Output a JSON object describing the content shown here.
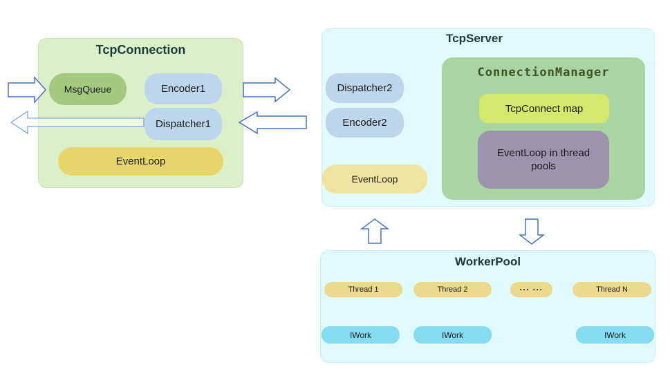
{
  "tcp_connection": {
    "title": "TcpConnection",
    "msg_queue": "MsgQueue",
    "encoder": "Encoder1",
    "dispatcher": "Dispatcher1",
    "event_loop": "EventLoop"
  },
  "tcp_server": {
    "title": "TcpServer",
    "dispatcher": "Dispatcher2",
    "encoder": "Encoder2",
    "event_loop": "EventLoop",
    "connection_manager": {
      "title": "ConnectionManager",
      "tcp_connect_map": "TcpConnect map",
      "event_loop_pools": "EventLoop in thread pools"
    }
  },
  "worker_pool": {
    "title": "WorkerPool",
    "threads": [
      "Thread 1",
      "Thread 2",
      "··· ···",
      "Thread N"
    ],
    "iworks": [
      "IWork",
      "IWork",
      "IWork"
    ]
  },
  "colors": {
    "tcp_connection_fill": "#dcefc9",
    "msg_queue_fill": "#a2cb81",
    "blue_pill_fill": "#bcd6ee",
    "event_loop_gold": "#e9d66b",
    "tcp_server_fill": "#e1fafd",
    "connection_manager_fill": "#a9d5a3",
    "tcp_connect_map_fill": "#d4e86b",
    "event_loop_pools_fill": "#9b94ac",
    "tcp_server_event_loop_fill": "#f0e3a0",
    "worker_pool_fill": "#dffafc",
    "thread_pill_fill": "#ecd98e",
    "iwork_pill_fill": "#85dcf0",
    "arrow_stroke": "#4472c4",
    "title_text": "#1c3a38",
    "connection_manager_title_text": "#3a531f"
  }
}
